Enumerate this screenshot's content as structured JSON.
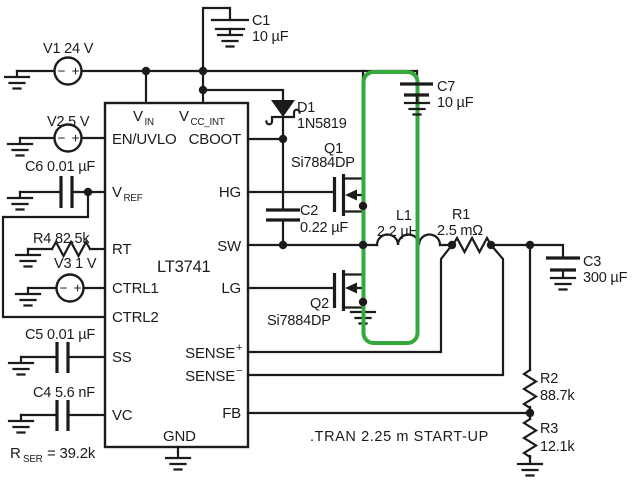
{
  "schematic": {
    "ic": {
      "part": "LT3741",
      "pins": {
        "vin": {
          "base": "V",
          "sub": "IN"
        },
        "vcc_int": {
          "base": "V",
          "sub": "CC_INT"
        },
        "en_uvlo": "EN/UVLO",
        "vref": {
          "base": "V",
          "sub": "REF"
        },
        "rt": "RT",
        "ctrl1": "CTRL1",
        "ctrl2": "CTRL2",
        "ss": "SS",
        "vc": "VC",
        "cboot": "CBOOT",
        "hg": "HG",
        "sw": "SW",
        "lg": "LG",
        "sense_plus": {
          "base": "SENSE",
          "sup": "+"
        },
        "sense_minus": {
          "base": "SENSE",
          "sup": "−"
        },
        "fb": "FB",
        "gnd": "GND"
      }
    },
    "sources": {
      "v1": {
        "label": "V1 24 V",
        "minus": "−",
        "plus": "+"
      },
      "v2": {
        "label": "V2 5 V",
        "minus": "−",
        "plus": "+"
      },
      "v3": {
        "label": "V3 1 V",
        "minus": "−",
        "plus": "+"
      }
    },
    "components": {
      "c1": {
        "name": "C1",
        "value": "10 µF"
      },
      "c7": {
        "name": "C7",
        "value": "10 µF"
      },
      "c2": {
        "name": "C2",
        "value": "0.22 µF"
      },
      "c3": {
        "name": "C3",
        "value": "300 µF"
      },
      "c6": {
        "label": "C6 0.01 µF"
      },
      "c5": {
        "label": "C5 0.01 µF"
      },
      "c4": {
        "label": "C4 5.6 nF"
      },
      "r4": {
        "label": "R4 82.5k"
      },
      "r1": {
        "name": "R1",
        "value": "2.5 mΩ"
      },
      "r2": {
        "name": "R2",
        "value": "88.7k"
      },
      "r3": {
        "name": "R3",
        "value": "12.1k"
      },
      "l1": {
        "name": "L1",
        "value": "2.2 µH"
      },
      "d1": {
        "name": "D1",
        "value": "1N5819"
      },
      "q1": {
        "name": "Q1",
        "value": "Si7884DP"
      },
      "q2": {
        "name": "Q2",
        "value": "Si7884DP"
      }
    },
    "annotations": {
      "tran_directive": ".TRAN 2.25 m START-UP",
      "rser": {
        "base": "R",
        "sub": "SER",
        "value": "= 39.2k"
      }
    },
    "colors": {
      "wire": "#1b1b1b",
      "highlight": "#35a93c",
      "background": "#ffffff"
    }
  }
}
